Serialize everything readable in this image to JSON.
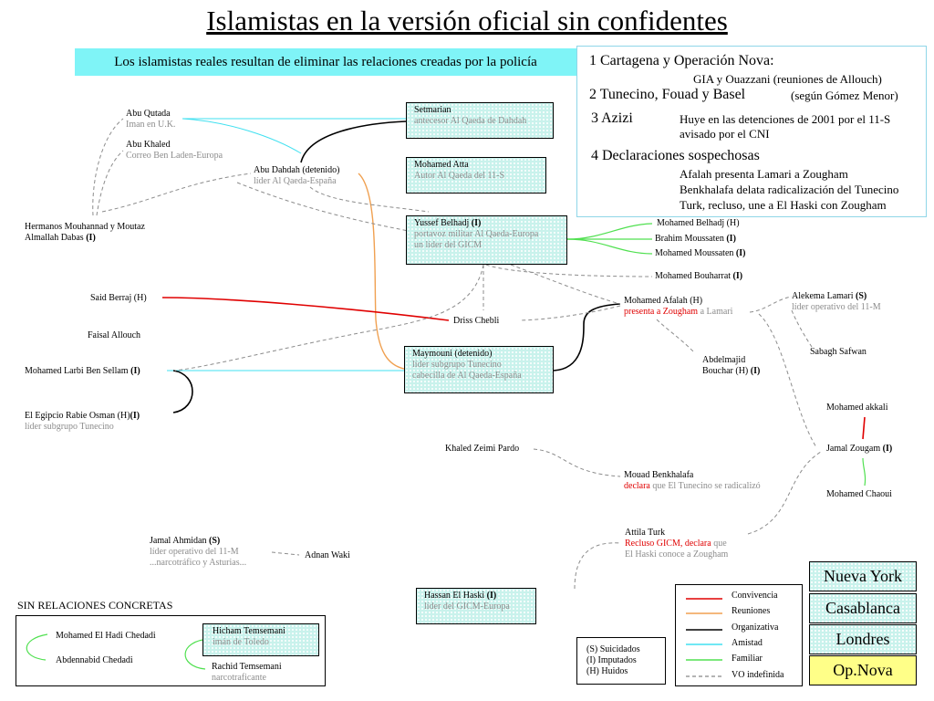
{
  "title": "Islamistas en la versión oficial sin confidentes ",
  "banner": "Los islamistas reales resultan de eliminar las relaciones creadas por la policía",
  "info": {
    "item1": "1 Cartagena y Operación Nova:",
    "item1_sub": "GIA y Ouazzani (reuniones de Allouch)",
    "item2": "2 Tunecino, Fouad y Basel",
    "item2_sub": "(según Gómez Menor)",
    "item3": "3 Azizi",
    "item3_sub1": "Huye en las detenciones de 2001 por el 11-S",
    "item3_sub2": "avisado por el CNI",
    "item4": "4 Declaraciones sospechosas",
    "item4_sub1": "Afalah presenta Lamari a Zougham",
    "item4_sub2": "Benkhalafa delata radicalización del Tunecino",
    "item4_sub3": "Turk, recluso, une a El Haski con Zougham"
  },
  "people": {
    "abu_qutada": {
      "name": "Abu Qutada",
      "role": "Iman en U.K."
    },
    "abu_khaled": {
      "name": "Abu Khaled",
      "role": "Correo Ben Laden-Europa"
    },
    "abu_dahdah": {
      "name": "Abu Dahdah (detenido)",
      "role": "líder Al Qaeda-España"
    },
    "hermanos": {
      "line1": "Hermanos Mouhannad y Moutaz",
      "line2": "Almallah Dabas ",
      "flag": "I"
    },
    "setmarian": {
      "name": "Setmarian",
      "role": "antecesor Al Qaeda de Dahdah"
    },
    "atta": {
      "name": "Mohamed Atta",
      "role": "Autor Al Qaeda del 11-S"
    },
    "belhadj": {
      "name": "Yussef Belhadj ",
      "flag": "I",
      "role1": "portavoz militar Al Qaeda-Europa",
      "role2": "un líder del GICM"
    },
    "mbelhadj": {
      "name": "Mohamed Belhadj (H)"
    },
    "bmoussaten": {
      "name": "Brahim Moussaten ",
      "flag": "I"
    },
    "mmoussaten": {
      "name": "Mohamed  Moussaten ",
      "flag": "I"
    },
    "bouharrat": {
      "name": "Mohamed Bouharrat ",
      "flag": "I"
    },
    "berraj": {
      "name": "Said Berraj (H)"
    },
    "chebli": {
      "name": "Driss Chebli"
    },
    "allouch": {
      "name": "Faisal Allouch"
    },
    "afalah": {
      "name": "Mohamed Afalah (H)",
      "action": "presenta a Zougham",
      "rest": " a Lamari"
    },
    "lamari": {
      "name": "Alekema Lamari ",
      "flag": "S",
      "role": "líder operativo del 11-M"
    },
    "safwan": {
      "name": "Sabagh Safwan"
    },
    "sellam": {
      "name": "Mohamed Larbi Ben Sellam ",
      "flag": "I"
    },
    "maymouni": {
      "name": "Maymouni (detenido)",
      "role1": "líder subgrupo Tunecino",
      "role2": "cabecilla de Al Qaeda-España"
    },
    "bouchar": {
      "line1": "Abdelmajid",
      "line2": "Bouchar (H) ",
      "flag": "I"
    },
    "egipcio": {
      "name": "El Egipcio Rabie Osman (H)",
      "flag": "I",
      "role": "líder subgrupo Tunecino"
    },
    "akkali": {
      "name": "Mohamed akkali"
    },
    "zougam": {
      "name": "Jamal Zougam ",
      "flag": "I"
    },
    "chaoui": {
      "name": "Mohamed Chaoui"
    },
    "zeimi": {
      "name": "Khaled Zeimi Pardo"
    },
    "benkhalafa": {
      "name": "Mouad Benkhalafa",
      "action": "declara",
      "rest": " que El Tunecino se radicalizó"
    },
    "turk": {
      "name": "Attila Turk",
      "action": "Recluso GICM, declara",
      "rest1": " que",
      "rest2": "El Haski conoce a Zougham"
    },
    "ahmidan": {
      "name": "Jamal Ahmidan ",
      "flag": "S",
      "role1": "líder operativo del 11-M",
      "role2": "...narcotráfico y Asturias..."
    },
    "waki": {
      "name": "Adnan Waki"
    },
    "haski": {
      "name": "Hassan El Haski ",
      "flag": "I",
      "role": "líder del GICM-Europa"
    }
  },
  "no_relations": {
    "title": "SIN RELACIONES CONCRETAS",
    "hadi": "Mohamed El Hadi Chedadi",
    "abdennabid": "Abdennabid Chedadi",
    "hicham_name": "Hicham Temsemani",
    "hicham_role": "imán de Toledo",
    "rachid_name": "Rachid Temsemani",
    "rachid_role": "narcotraficante"
  },
  "key": {
    "s": "(S)  Suicidados",
    "i": "(I)   Imputados",
    "h": "(H) Huidos"
  },
  "legend": [
    {
      "label": "Convivencia",
      "color": "#e00000"
    },
    {
      "label": "Reuniones",
      "color": "#f0a050"
    },
    {
      "label": "Organizativa",
      "color": "#000000"
    },
    {
      "label": "Amistad",
      "color": "#40e0f0"
    },
    {
      "label": "Familiar",
      "color": "#50e050"
    },
    {
      "label": "VO indefinida",
      "color": "#888888"
    }
  ],
  "cities": {
    "ny": "Nueva York",
    "casablanca": "Casablanca",
    "londres": "Londres",
    "opnova": "Op.Nova"
  }
}
